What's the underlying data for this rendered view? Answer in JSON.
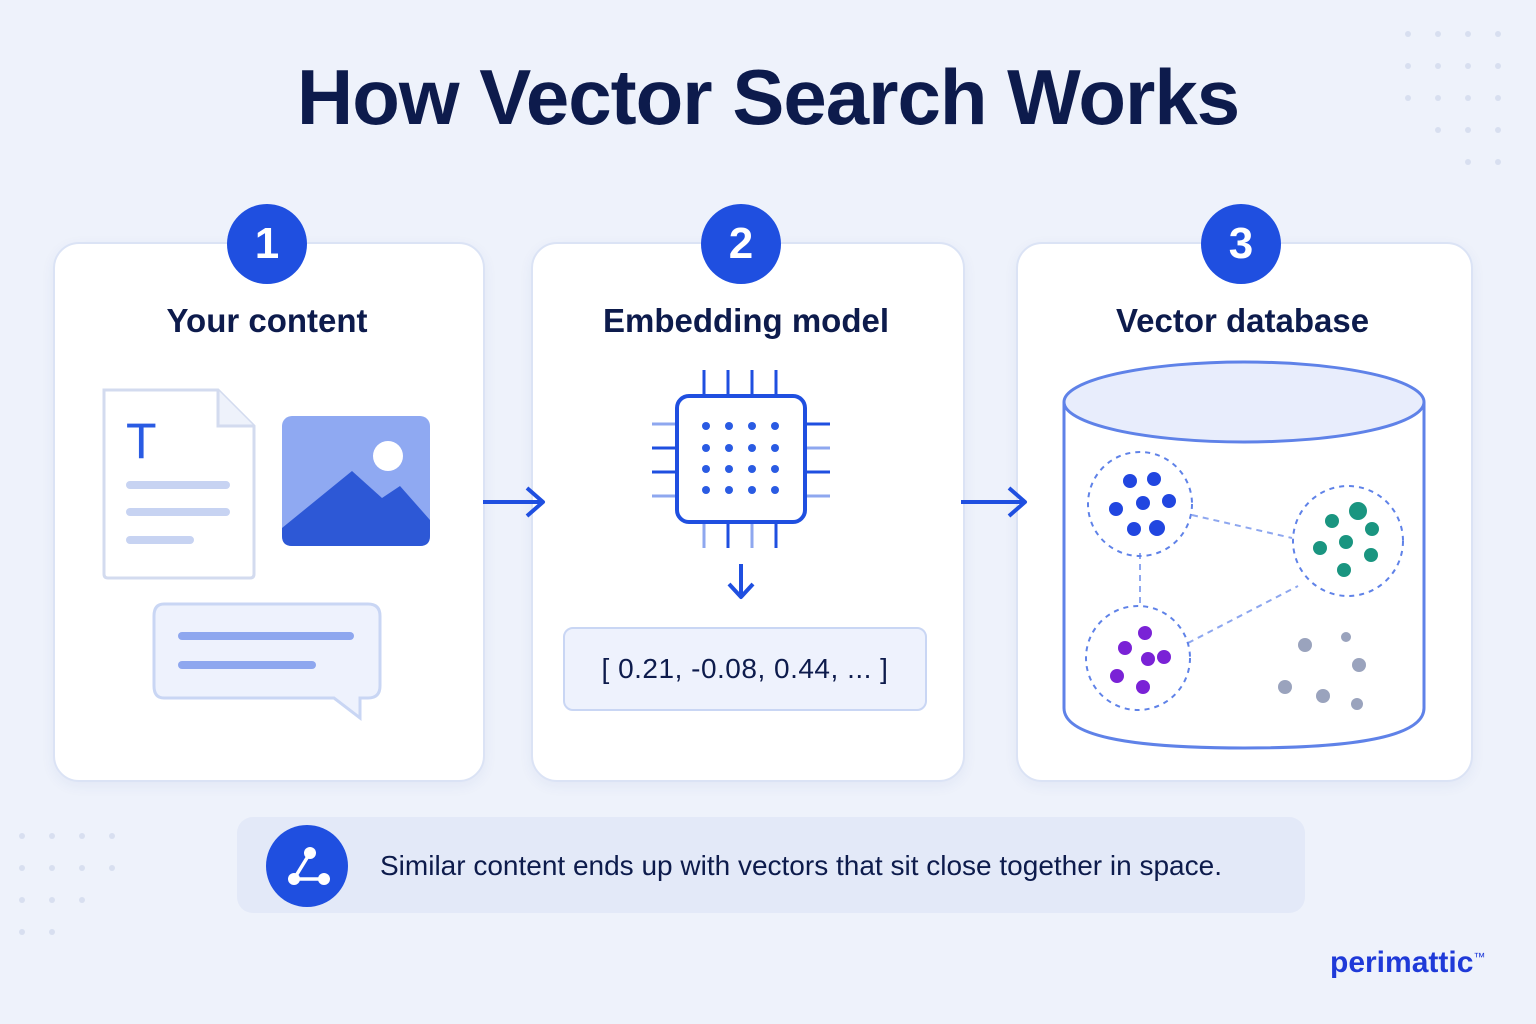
{
  "title": "How Vector Search Works",
  "steps": [
    {
      "number": "1",
      "label": "Your content"
    },
    {
      "number": "2",
      "label": "Embedding model"
    },
    {
      "number": "3",
      "label": "Vector database"
    }
  ],
  "content_icons": {
    "document_letter": "T"
  },
  "embedding_output": "[ 0.21,  -0.08,  0.44,  ... ]",
  "footer_note": "Similar content ends up with vectors that sit close together in space.",
  "brand": {
    "name": "perimattic",
    "mark": "™"
  },
  "colors": {
    "accent": "#1f4fe0",
    "blue_cluster": "#2146e0",
    "teal_cluster": "#1a9580",
    "purple_cluster": "#7a22d6",
    "gray_points": "#9aa3bd"
  },
  "icons": [
    "document-icon",
    "image-icon",
    "chat-bubble-icon",
    "chip-icon",
    "arrow-down-icon",
    "database-icon",
    "network-icon"
  ]
}
